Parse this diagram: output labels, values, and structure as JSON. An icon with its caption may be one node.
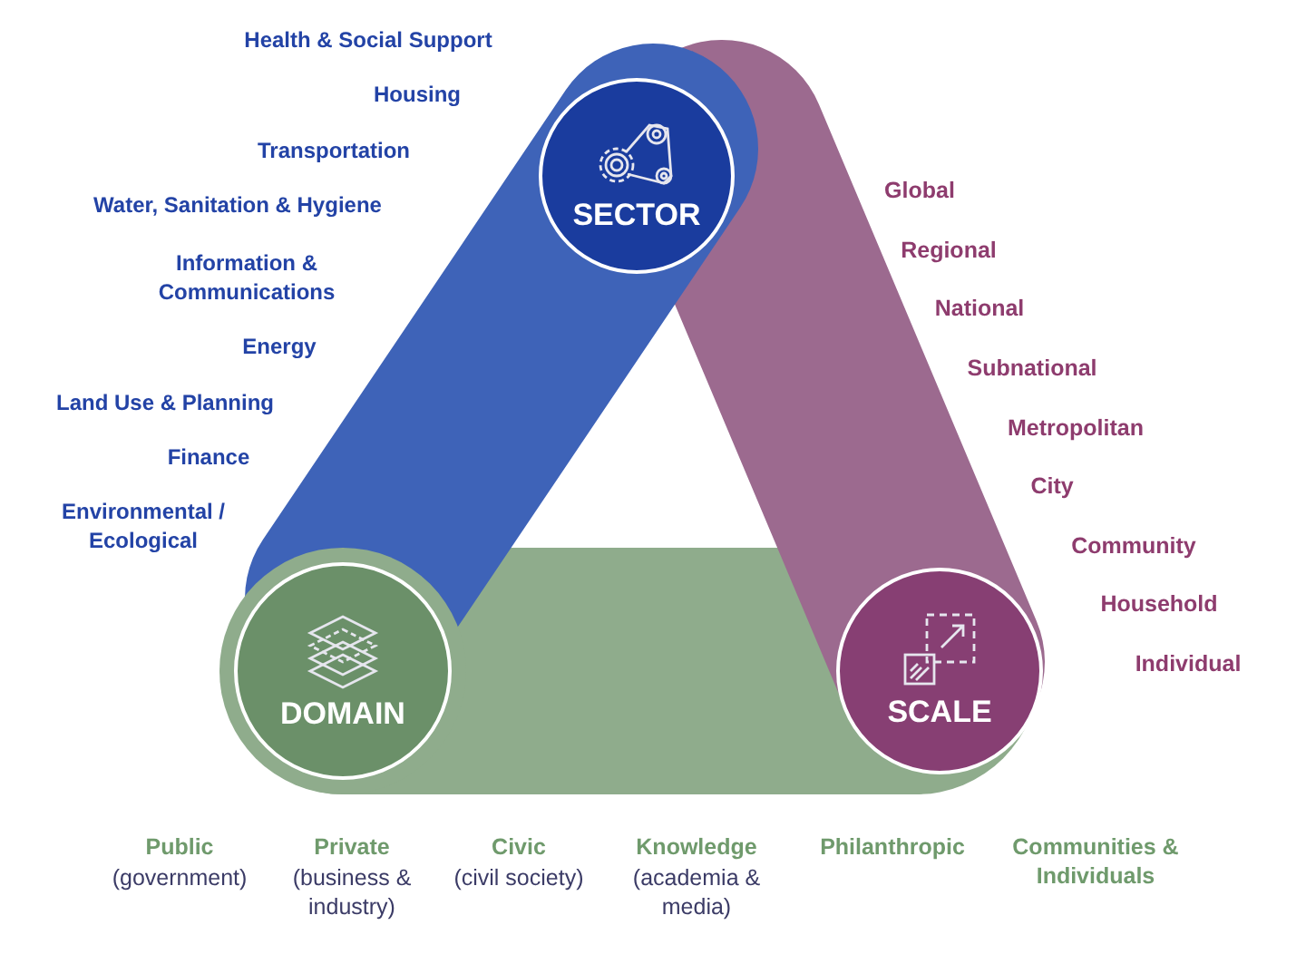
{
  "diagram": {
    "nodes": [
      {
        "text": [
          "SECTOR"
        ]
      },
      {
        "text": [
          "DOMAIN"
        ]
      },
      {
        "text": [
          "SCALE"
        ]
      }
    ],
    "edges": [],
    "labels": [
      "Health & Social Support",
      "Housing",
      "Transportation",
      "Water, Sanitation & Hygiene",
      "Information & Communications",
      "Energy",
      "Land Use & Planning",
      "Finance",
      "Environmental / Ecological",
      "Global",
      "Regional",
      "National",
      "Subnational",
      "Metropolitan",
      "City",
      "Community",
      "Household",
      "Individual",
      "Public",
      "(government)",
      "Private",
      "(business & industry)",
      "Civic",
      "(civil society)",
      "Knowledge",
      "(academia & media)",
      "Philanthropic",
      "Communities & Individuals"
    ]
  }
}
